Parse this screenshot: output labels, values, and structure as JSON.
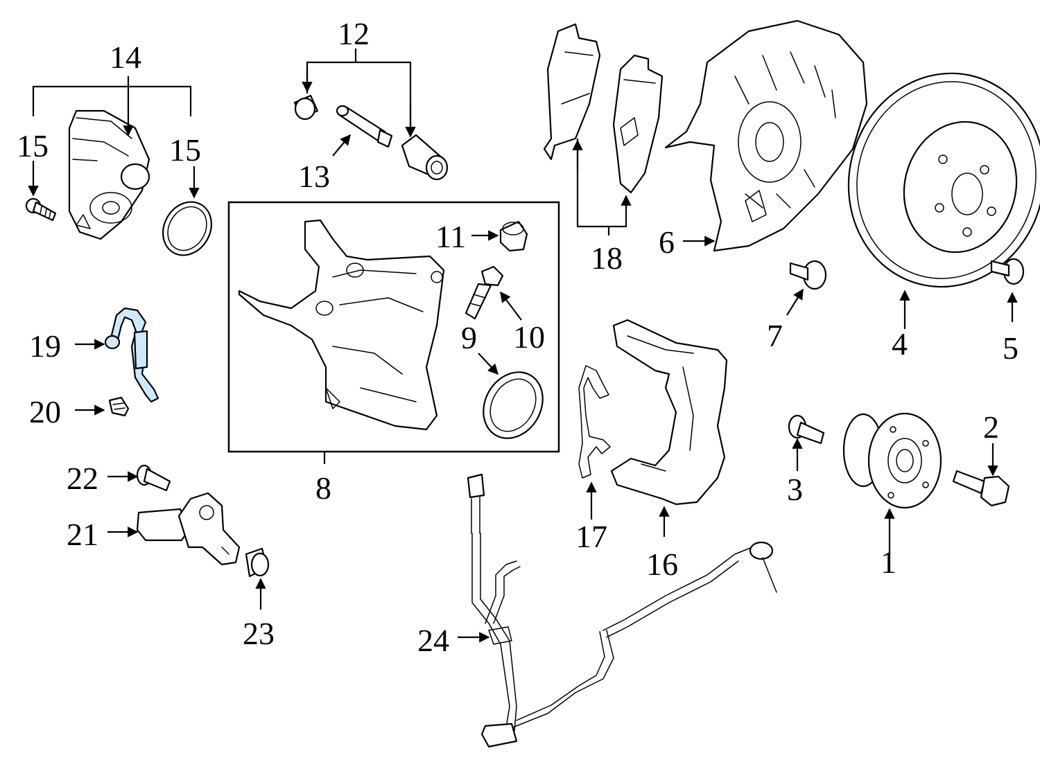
{
  "diagram": {
    "highlight_color": "#cfe9fb",
    "line_color": "#000000",
    "background": "#ffffff",
    "callouts": {
      "c1": "1",
      "c2": "2",
      "c3": "3",
      "c4": "4",
      "c5": "5",
      "c6": "6",
      "c7": "7",
      "c8": "8",
      "c9": "9",
      "c10": "10",
      "c11": "11",
      "c12": "12",
      "c13": "13",
      "c14": "14",
      "c15a": "15",
      "c15b": "15",
      "c16": "16",
      "c17": "17",
      "c18": "18",
      "c19": "19",
      "c20": "20",
      "c21": "21",
      "c22": "22",
      "c23": "23",
      "c24": "24"
    },
    "highlighted_part": "19"
  }
}
